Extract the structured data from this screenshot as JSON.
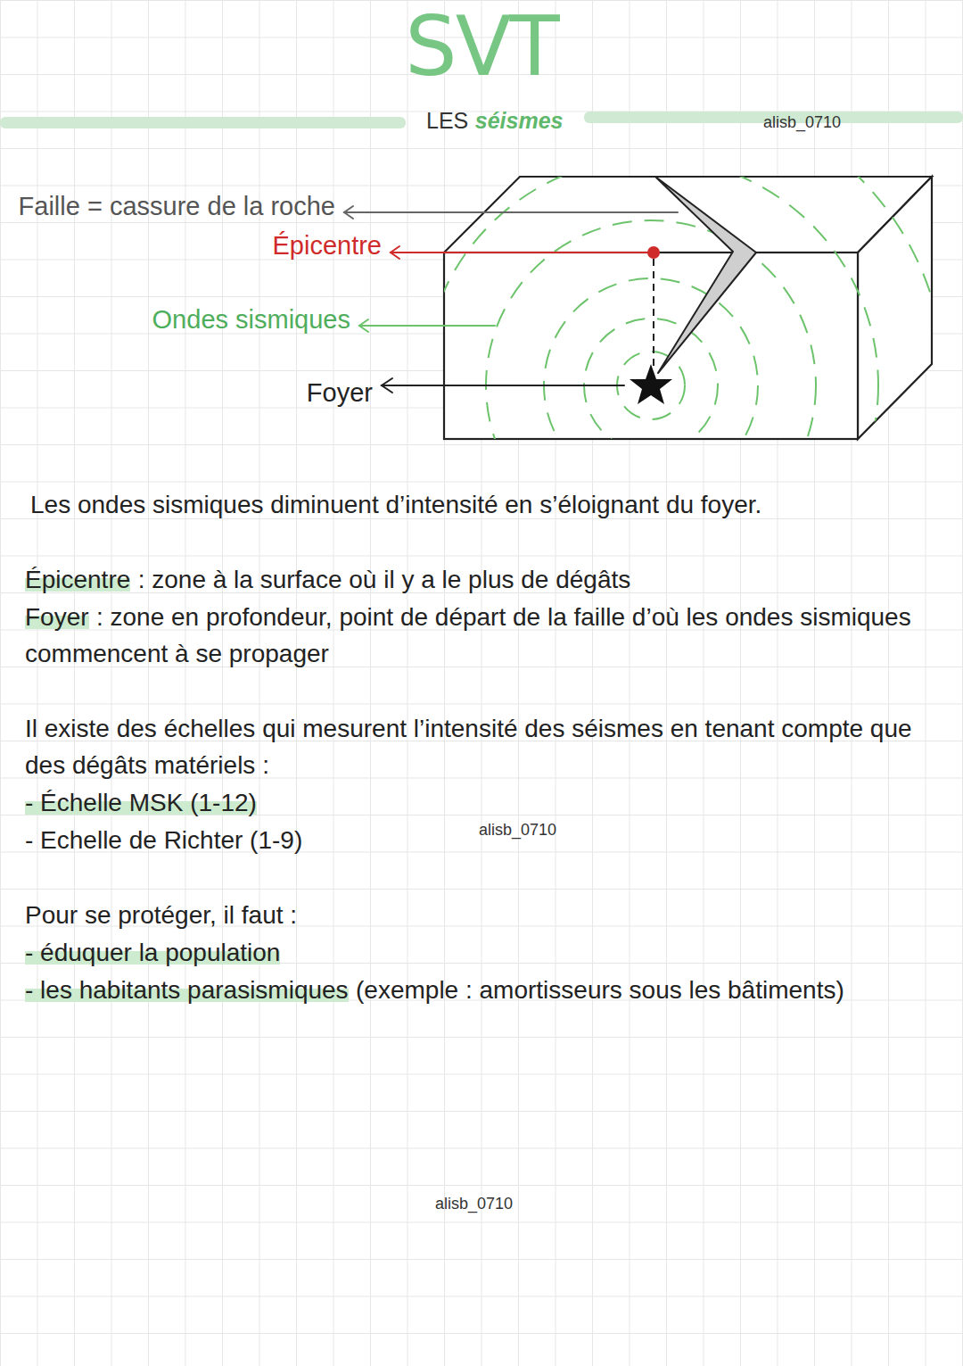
{
  "diagram": {
    "title": "SVT",
    "labels": [
      "LES",
      "séismes",
      "alisb_0710",
      "Faille = cassure de la roche",
      "Épicentre",
      "Ondes sismiques",
      "Foyer",
      "Les ondes sismiques diminuent d’intensité en s’éloignant du foyer.",
      "Épicentre",
      ": zone à la surface où il y a le plus de dégâts",
      "Foyer",
      ": zone en profondeur, point de départ de la faille d’où les ondes sismiques commencent à se propager",
      "Il existe des échelles qui mesurent l’intensité des séismes en tenant compte que des dégâts matériels :",
      "- Échelle MSK (1-12)",
      "- Echelle de Richter (1-9)",
      "alisb_0710",
      "Pour se protéger, il faut :",
      "- éduquer la population",
      "- les habitants parasismiques",
      "(exemple : amortisseurs sous les bâtiments)",
      "alisb_0710"
    ]
  }
}
